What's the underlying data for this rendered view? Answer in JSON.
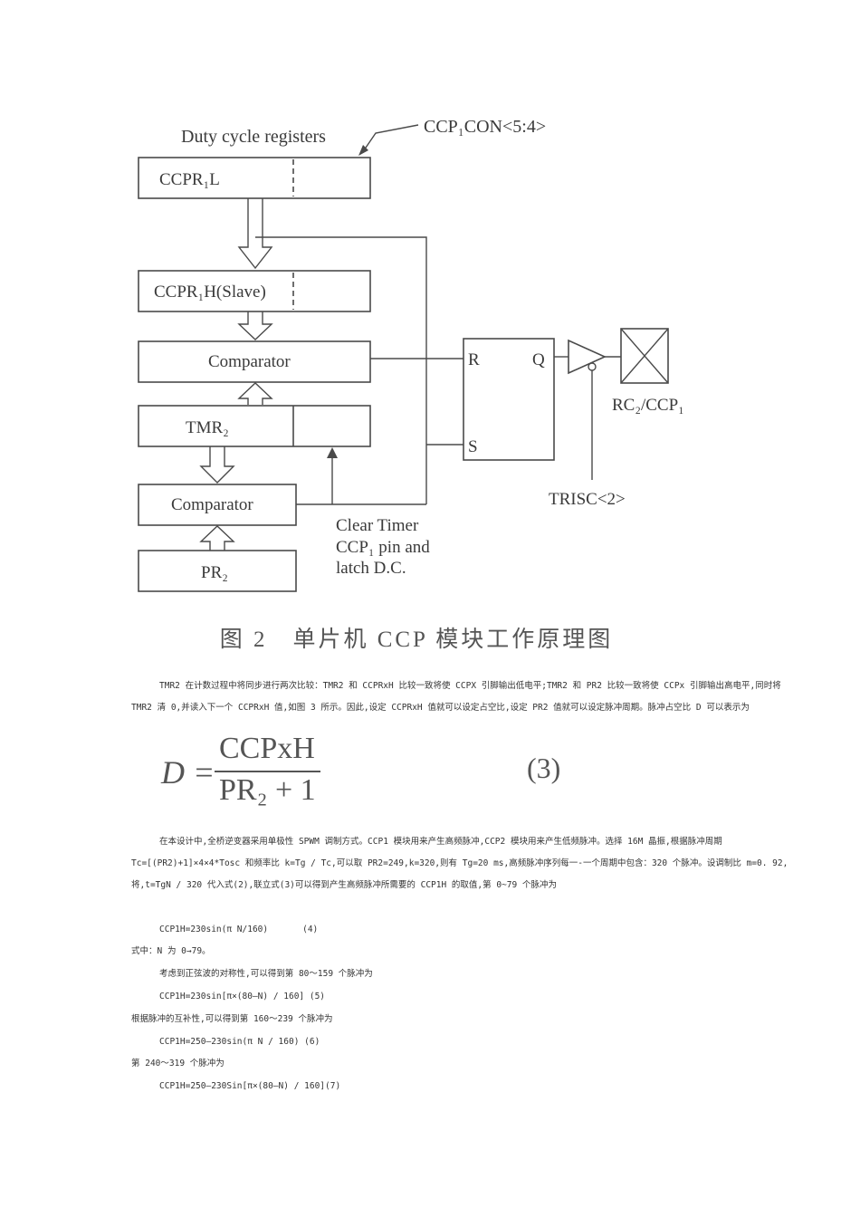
{
  "diagram": {
    "duty_cycle_label": "Duty cycle registers",
    "ccp_con_label": "CCP₁CON<5:4>",
    "ccpr1l": "CCPR₁L",
    "ccpr1h": "CCPR₁H(Slave)",
    "comparator_top": "Comparator",
    "tmr2": "TMR₂",
    "comparator_bottom": "Comparator",
    "pr2": "PR₂",
    "ff_r": "R",
    "ff_q": "Q",
    "ff_s": "S",
    "pin_label": "RC₂/CCP₁",
    "tris_label": "TRISC<2>",
    "clear_timer_lines": [
      "Clear Timer",
      "CCP₁ pin and",
      "latch D.C."
    ]
  },
  "caption": "图 2　单片机 CCP 模块工作原理图",
  "paragraph1": [
    "TMR2 在计数过程中将同步进行两次比较：TMR2 和 CCPRxH 比较一致将使 CCPX 引脚输出低电平;TMR2 和 PR2 比较一致将使 CCPx 引脚输出高电平,同时将",
    "TMR2 清 0,并读入下一个 CCPRxH 值,如图 3 所示。因此,设定 CCPRxH 值就可以设定占空比,设定 PR2 值就可以设定脉冲周期。脉冲占空比 D 可以表示为"
  ],
  "formula": {
    "lhs": "D =",
    "numerator": "CCPxH",
    "denominator": "PR₂ + 1",
    "number": "(3)"
  },
  "paragraph2": [
    "在本设计中,全桥逆变器采用单极性 SPWM 调制方式。CCP1 模块用来产生高频脉冲,CCP2 模块用来产生低频脉冲。选择 16M 晶振,根据脉冲周期",
    "Tc=[(PR2)+1]×4×4*Tosc 和频率比 k=Tg / Tc,可以取 PR2=249,k=320,则有 Tg=20 ms,高频脉冲序列每一-一个周期中包含：320 个脉冲。设调制比 m=0. 92,",
    "将,t=TgN / 320 代入式(2),联立式(3)可以得到产生高频脉冲所需要的 CCP1H 的取值,第 0~79 个脉冲为"
  ],
  "eq4": "CCP1H=230sin(π N/160)　　　　(4)",
  "eq4_note": "式中：N 为 0→79。",
  "symmetry_text": "考虑到正弦波的对称性,可以得到第 80～159 个脉冲为",
  "eq5": "CCP1H=230sin[π×(80—N) / 160] (5)",
  "complement_text": "根据脉冲的互补性,可以得到第 160～239 个脉冲为",
  "eq6": "CCP1H=250—230sin(π N / 160) (6)",
  "range_text": "第 240～319 个脉冲为",
  "eq7": "CCP1H=250—230Sin[π×(80—N) / 160](7)"
}
